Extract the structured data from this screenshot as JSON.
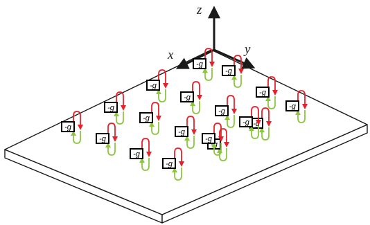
{
  "axes": {
    "x_label": "x",
    "y_label": "y",
    "z_label": "z"
  },
  "gain_label": "-g",
  "loop_count": 18,
  "colors": {
    "plate_top": "#ffffff",
    "plate_edge": "#ffffff",
    "outline": "#1a1a1a",
    "axis": "#1a1a1a",
    "forward_arrow": "#e8202a",
    "feedback_arrow": "#8cc63f",
    "gain_box_fill": "#ffffff",
    "gain_box_stroke": "#000000"
  },
  "icons": {
    "loop": "feedback-loop-icon",
    "gain_block": "gain-block-icon"
  }
}
